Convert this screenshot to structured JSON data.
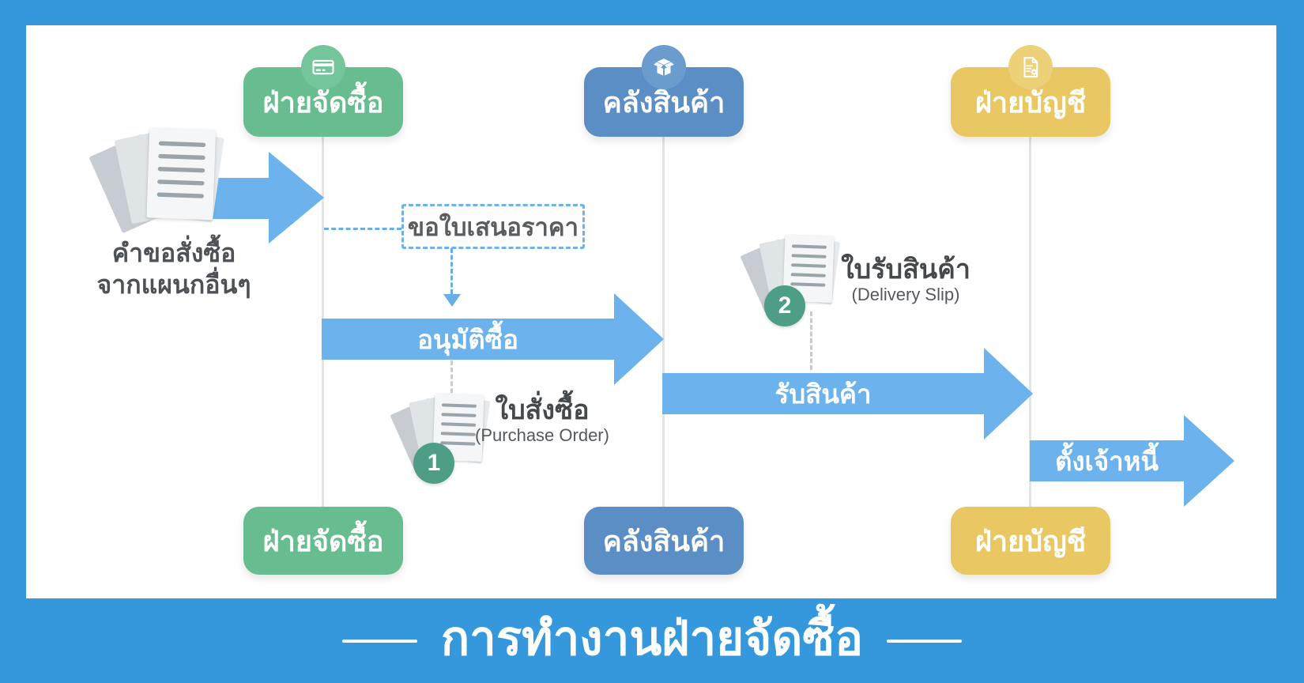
{
  "title": "การทำงานฝ่ายจัดซื้อ",
  "lanes": {
    "purchasing": {
      "label": "ฝ่ายจัดซื้อ",
      "icon": "credit-card-icon",
      "color": "#68bd90"
    },
    "warehouse": {
      "label": "คลังสินค้า",
      "icon": "box-icon",
      "color": "#5b8ec5"
    },
    "accounting": {
      "label": "ฝ่ายบัญชี",
      "icon": "document-gear-icon",
      "color": "#e9c863"
    }
  },
  "input_note": {
    "line1": "คำขอสั่งซื้อ",
    "line2": "จากแผนกอื่นๆ"
  },
  "steps": {
    "request_quotation": "ขอใบเสนอราคา",
    "approve_purchase": "อนุมัติซื้อ",
    "receive_goods": "รับสินค้า",
    "record_payable": "ตั้งเจ้าหนี้"
  },
  "documents": [
    {
      "number": "1",
      "title": "ใบสั่งซื้อ",
      "subtitle": "(Purchase Order)"
    },
    {
      "number": "2",
      "title": "ใบรับสินค้า",
      "subtitle": "(Delivery Slip)"
    }
  ],
  "colors": {
    "frame_blue": "#3598dd",
    "arrow_blue": "#6cb2ec",
    "dashed_blue": "#6aaee8",
    "lane_green": "#68bd90",
    "lane_blue": "#5b8ec5",
    "lane_yellow": "#e9c863",
    "badge_teal": "#4e9d87",
    "text_dark": "#4e5256"
  }
}
